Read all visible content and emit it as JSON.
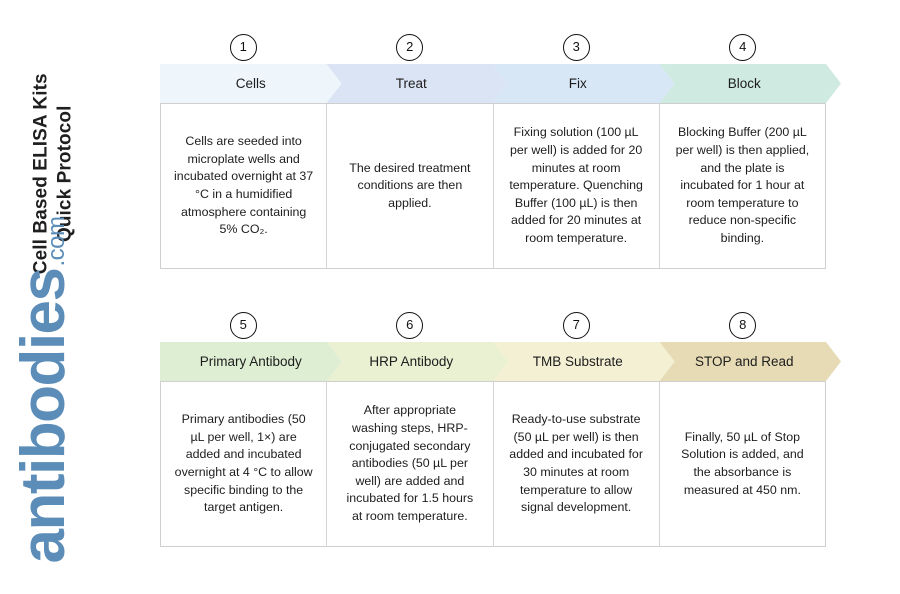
{
  "document": {
    "title": "Cell Based ELISA Kits\nQuick Protocol"
  },
  "brand": {
    "name": "antibodies",
    "tld": ".com",
    "color": "#5b8db8"
  },
  "rows": [
    {
      "id": "row-1",
      "steps": [
        {
          "number": "1",
          "label": "Cells",
          "fill": "#eef5fb",
          "stroke": "#7d9cc0",
          "text": "Cells are seeded into microplate wells and incubated overnight at 37 °C in a humidified atmosphere containing 5% CO₂."
        },
        {
          "number": "2",
          "label": "Treat",
          "fill": "#dae4f4",
          "stroke": "#4a6ea8",
          "text": "The desired treatment conditions are then applied."
        },
        {
          "number": "3",
          "label": "Fix",
          "fill": "#d7e7f5",
          "stroke": "#4a7fb0",
          "text": "Fixing solution (100 µL per well) is added for 20 minutes at room temperature. Quenching Buffer (100 µL) is then added for 20 minutes at room temperature."
        },
        {
          "number": "4",
          "label": "Block",
          "fill": "#cfeae0",
          "stroke": "#3f7a74",
          "text": "Blocking Buffer (200 µL per well) is then applied, and the plate is incubated for 1 hour at room temperature to reduce non-specific binding."
        }
      ]
    },
    {
      "id": "row-2",
      "steps": [
        {
          "number": "5",
          "label": "Primary Antibody",
          "fill": "#ddeed2",
          "stroke": "#4e8a3e",
          "text": "Primary antibodies (50 µL per well, 1×) are added and incubated overnight at 4 °C to allow specific binding to the target antigen."
        },
        {
          "number": "6",
          "label": "HRP Antibody",
          "fill": "#eaf0d2",
          "stroke": "#8a9438",
          "text": "After appropriate washing steps, HRP-conjugated secondary antibodies (50 µL per well) are added and incubated for 1.5 hours at room temperature."
        },
        {
          "number": "7",
          "label": "TMB Substrate",
          "fill": "#f4f0d4",
          "stroke": "#9b8a3c",
          "text": "Ready-to-use substrate (50 µL per well) is then added and incubated for 30 minutes at room temperature to allow signal development."
        },
        {
          "number": "8",
          "label": "STOP and Read",
          "fill": "#e7dbb5",
          "stroke": "#a08a42",
          "text": "Finally, 50 µL of Stop Solution is added, and the absorbance is measured at 450 nm."
        }
      ]
    }
  ]
}
